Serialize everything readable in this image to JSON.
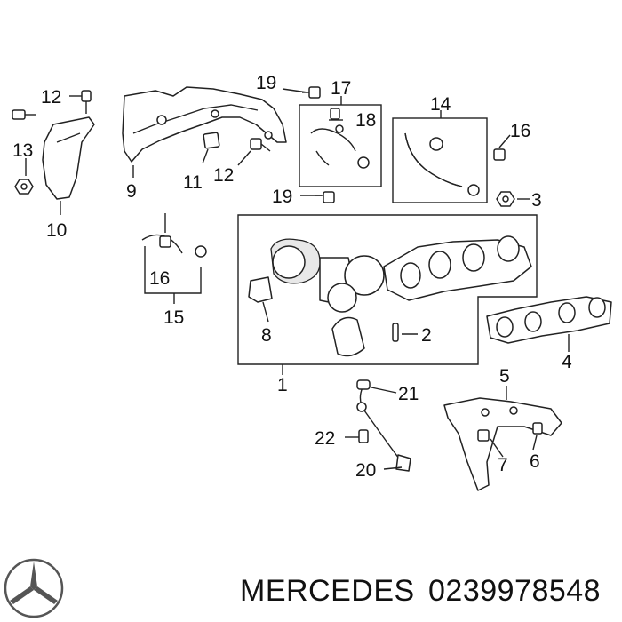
{
  "callouts": {
    "c1": "1",
    "c2": "2",
    "c3": "3",
    "c4": "4",
    "c5": "5",
    "c6": "6",
    "c7": "7",
    "c8": "8",
    "c9": "9",
    "c10": "10",
    "c11": "11",
    "c12a": "12",
    "c12b": "12",
    "c13": "13",
    "c14": "14",
    "c15": "15",
    "c16a": "16",
    "c16b": "16",
    "c17": "17",
    "c18": "18",
    "c19a": "19",
    "c19b": "19",
    "c20": "20",
    "c21": "21",
    "c22": "22"
  },
  "footer": {
    "brand": "MERCEDES",
    "part_number": "0239978548",
    "logo_icon": "mercedes-star-icon"
  }
}
